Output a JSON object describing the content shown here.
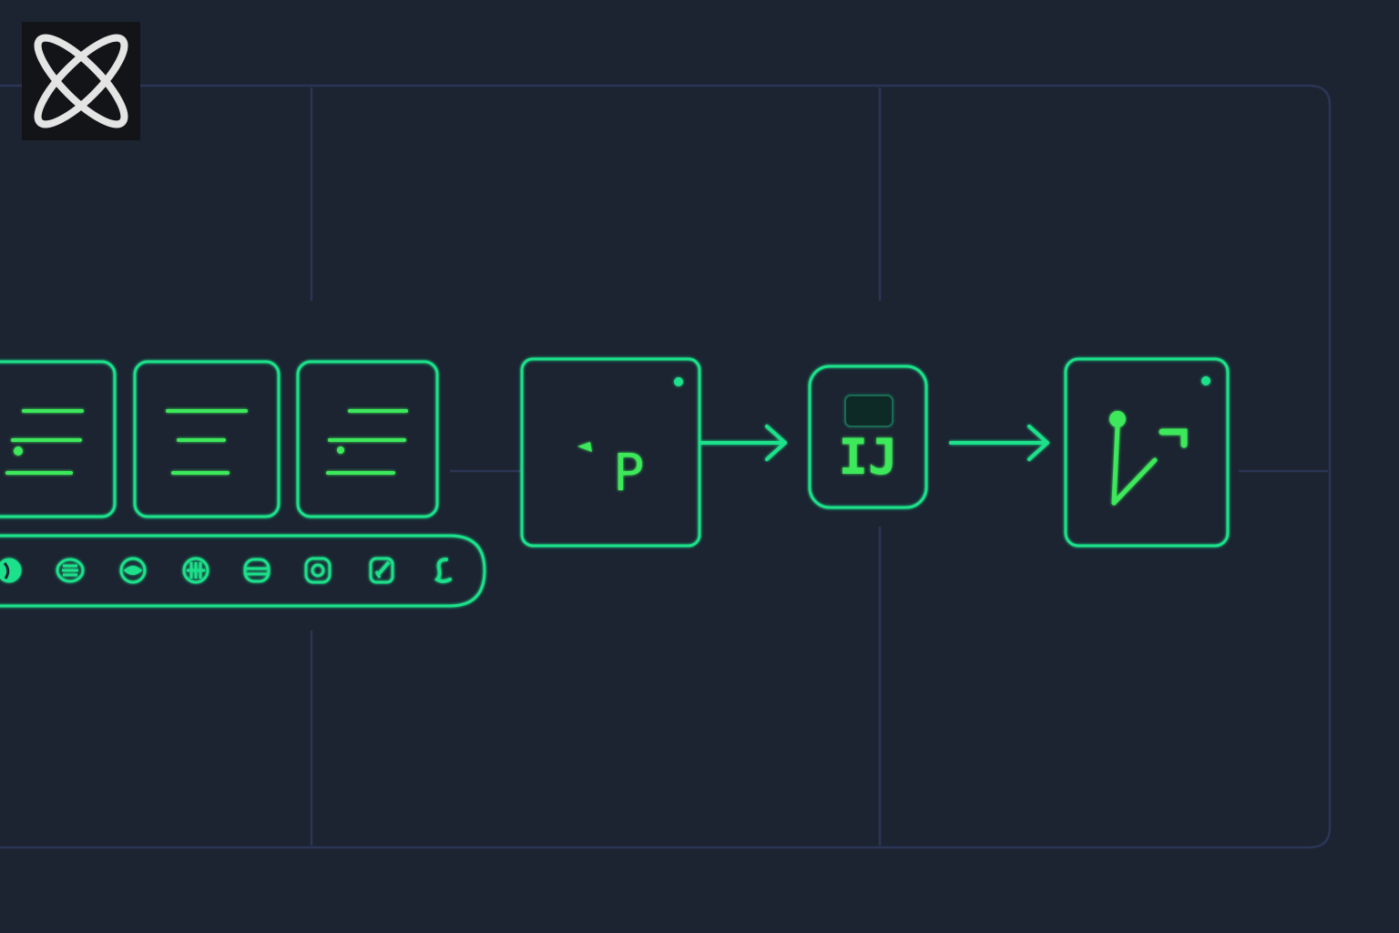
{
  "theme": {
    "background": "#1c2432",
    "panel_border": "#2b3555",
    "accent": "#1fe08a",
    "glyph_green": "#3ee85a",
    "logo_bg": "#121417",
    "logo_ring": "#e4e4e4"
  },
  "logo": {
    "icon": "orbit-x-logo"
  },
  "pipeline": {
    "document_cards": [
      {
        "icon": "text-lines-icon"
      },
      {
        "icon": "text-lines-icon"
      },
      {
        "icon": "text-lines-icon"
      }
    ],
    "format_bar_icons": [
      "globe-icon",
      "mouth-icon",
      "eye-icon",
      "grid-icon",
      "window-icon",
      "camera-icon",
      "edit-icon",
      "hook-icon"
    ],
    "parser_node": {
      "label": "P"
    },
    "processor_node": {
      "label": "IJ"
    },
    "output_node": {
      "icon": "branch-arrow-icon"
    }
  }
}
